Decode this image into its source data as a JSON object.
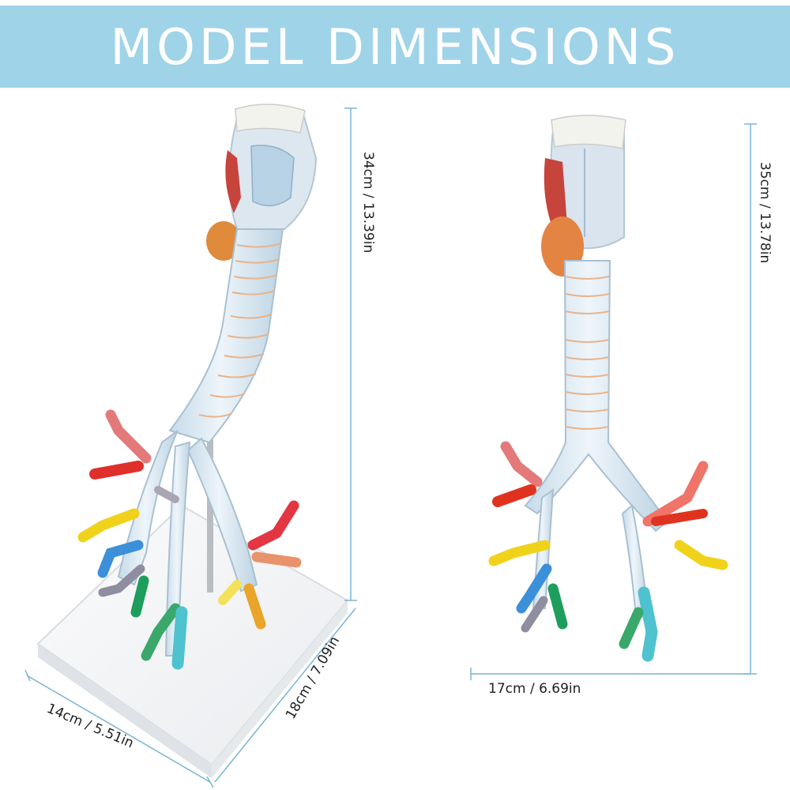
{
  "banner": {
    "title": "MODEL DIMENSIONS",
    "color": "#9fd3e8"
  },
  "left_model": {
    "height_label": "34cm / 13.39in",
    "depth_label": "18cm / 7.09in",
    "width_label": "14cm / 5.51in"
  },
  "right_model": {
    "height_label": "35cm / 13.78in",
    "width_label": "17cm / 6.69in"
  },
  "colors": {
    "dimension_line": "#7ab4d6",
    "trachea": "#dbe9f2",
    "ring": "#e9b389",
    "base": "#f4f5f6"
  }
}
